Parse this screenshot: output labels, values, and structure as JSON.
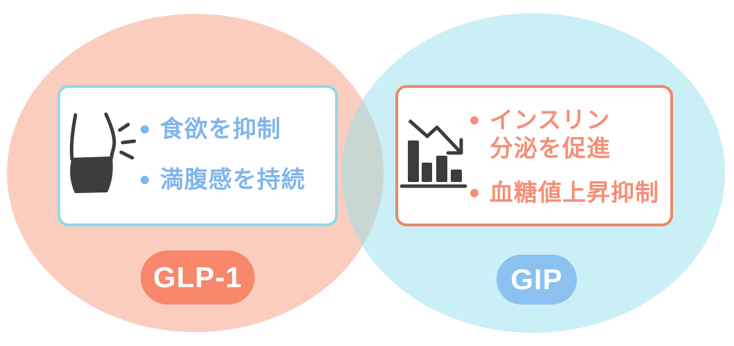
{
  "diagram": {
    "background": "#FFFFFF",
    "icon_color": "#3C3C3C",
    "overlap_color": "#C9D7D3",
    "left": {
      "label": "GLP-1",
      "icon": "waist-slimming-icon",
      "items": [
        {
          "bullet": "・",
          "text": "食欲を抑制"
        },
        {
          "bullet": "・",
          "text": "満腹感を持続"
        }
      ],
      "colors": {
        "ellipse": "#FBCDBF",
        "card_border": "#8ED9EA",
        "text": "#7FB5ED",
        "pill_bg": "#F8876B",
        "pill_text": "#FFFFFF"
      }
    },
    "right": {
      "label": "GIP",
      "icon": "declining-bar-chart-icon",
      "items": [
        {
          "bullet": "・",
          "text_line1": "インスリン",
          "text_line2": "分泌を促進"
        },
        {
          "bullet": "・",
          "text": "血糖値上昇抑制"
        }
      ],
      "colors": {
        "ellipse": "#CAEFF6",
        "card_border": "#EF8765",
        "text": "#F58F78",
        "pill_bg": "#8AC1F0",
        "pill_text": "#FFFFFF"
      }
    }
  }
}
